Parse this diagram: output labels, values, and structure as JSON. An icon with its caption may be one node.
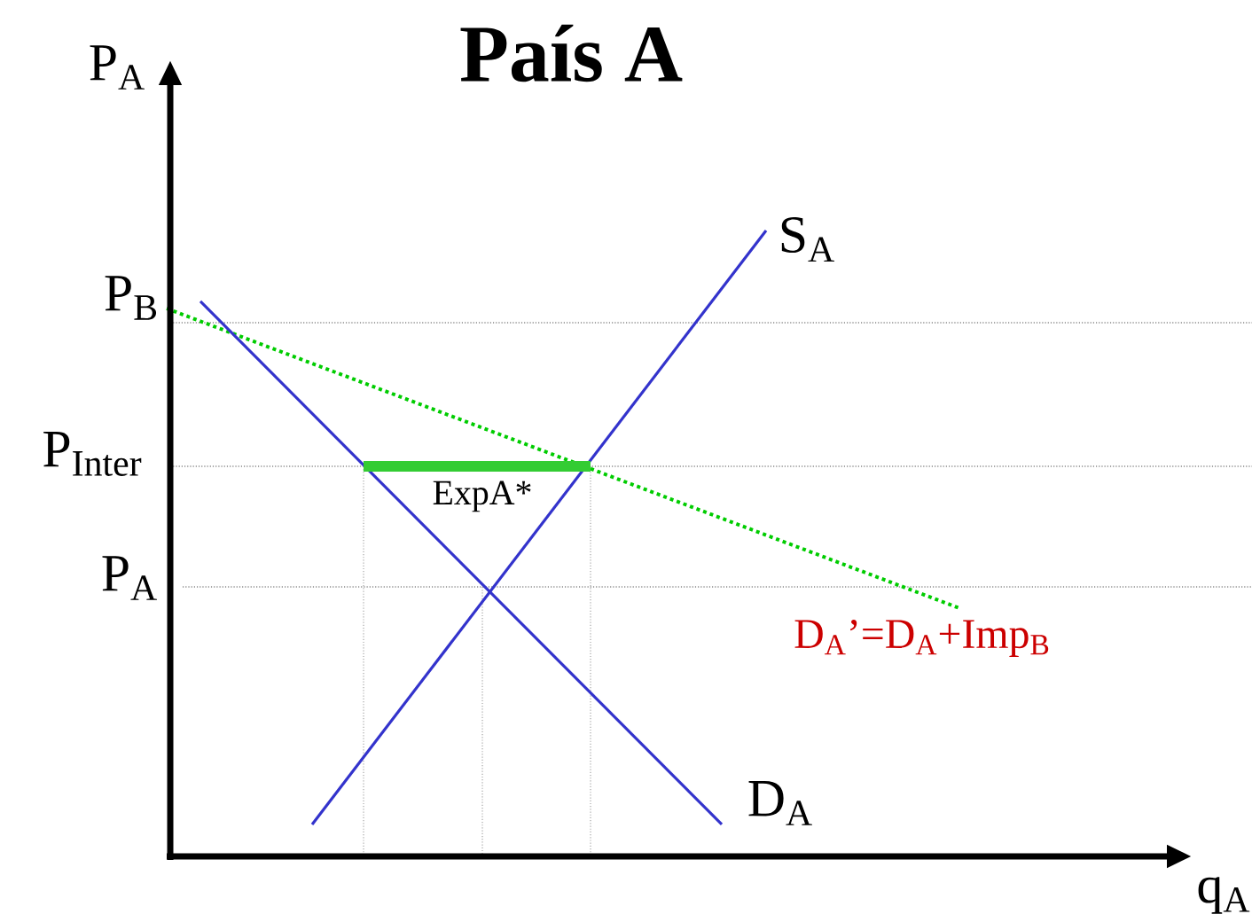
{
  "diagram": {
    "title": "País A",
    "labels": [
      "P$_{A}$",
      "S$_{A}$",
      "P$_{B}$",
      "P$_{Inter}$",
      "ExpA*",
      "P$_{A}$",
      "D$_{A}$’=D$_{A}$+Imp$_{B}$",
      "D$_{A}$",
      "q$_{A}$"
    ]
  }
}
